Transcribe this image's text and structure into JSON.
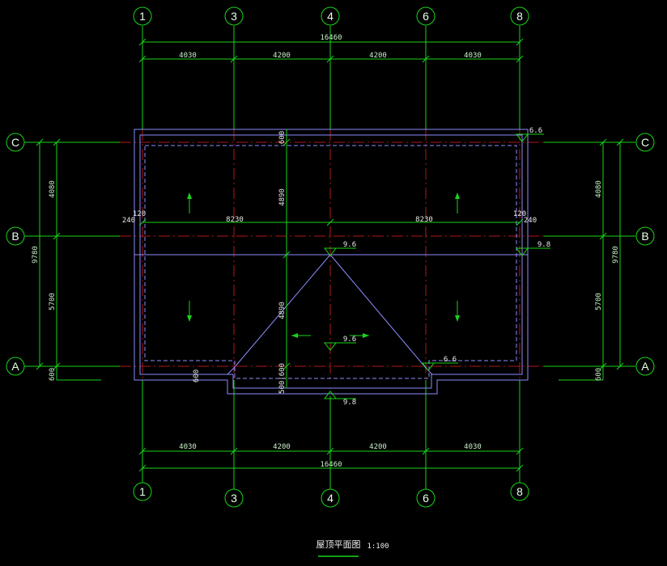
{
  "drawing": {
    "title": "屋顶平面图",
    "scale": "1:100",
    "grid_columns": [
      "1",
      "3",
      "4",
      "6",
      "8"
    ],
    "grid_rows": [
      "C",
      "B",
      "A"
    ],
    "dimensions": {
      "total_width": "16460",
      "column_spacing": [
        "4030",
        "4200",
        "4200",
        "4030"
      ],
      "total_height": "9780",
      "row_spacing_upper": "4080",
      "row_spacing_lower": "5700",
      "offset_bottom": "600",
      "inner_span_left": "8230",
      "inner_span_right": "8230",
      "wall_left_outer": "240",
      "wall_left_inner": "120",
      "wall_right_inner": "120",
      "wall_right_outer": "240",
      "center_upper_top": "600",
      "center_upper": "4890",
      "center_lower": "4890",
      "center_bottom": "500|600",
      "porch_offset": "600"
    },
    "elevations": {
      "top_right": "6.6",
      "ridge_center": "9.6",
      "ridge_right": "9.8",
      "center_lower": "9.6",
      "porch_right": "6.6",
      "porch_bottom": "9.8"
    }
  }
}
